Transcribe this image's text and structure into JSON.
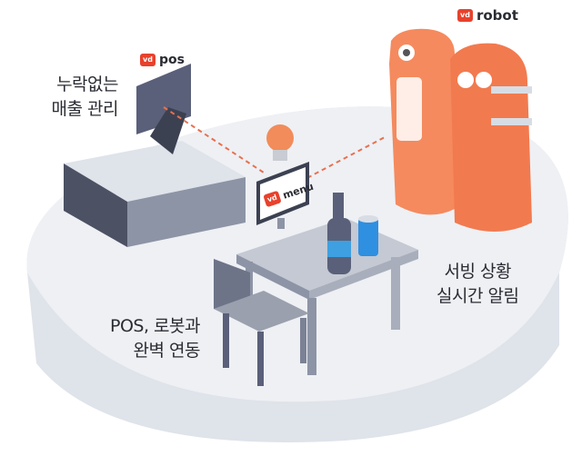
{
  "labels": {
    "pos_feature": [
      "누락없는",
      "매출 관리"
    ],
    "serving_feature": [
      "서빙 상황",
      "실시간 알림"
    ],
    "integration_feature": [
      "POS, 로봇과",
      "완벽 연동"
    ]
  },
  "logos": {
    "badge": "vd",
    "pos": "pos",
    "menu": "menu",
    "robot": "robot"
  },
  "colors": {
    "brand": "#e8412c",
    "robot": "#f58a5e",
    "platform": "#e6e9ee"
  }
}
